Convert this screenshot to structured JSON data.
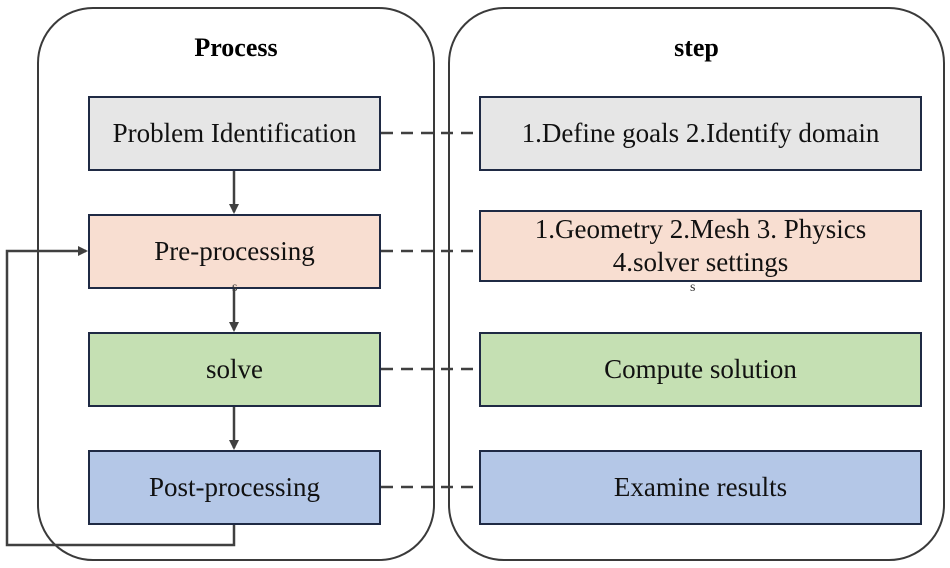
{
  "process_panel": {
    "title": "Process",
    "boxes": [
      {
        "label": "Problem Identification",
        "fill": "#e6e6e6"
      },
      {
        "label": "Pre-processing",
        "fill": "#f8ded1"
      },
      {
        "label": "solve",
        "fill": "#c5e0b3"
      },
      {
        "label": "Post-processing",
        "fill": "#b4c7e7"
      }
    ]
  },
  "step_panel": {
    "title": "step",
    "boxes": [
      {
        "label": "1.Define goals  2.Identify domain",
        "fill": "#e6e6e6"
      },
      {
        "label_line1": "1.Geometry  2.Mesh  3. Physics",
        "label_line2": "4.solver settings",
        "fill": "#f8ded1"
      },
      {
        "label": "Compute solution",
        "fill": "#c5e0b3"
      },
      {
        "label": "Examine results",
        "fill": "#b4c7e7"
      }
    ]
  },
  "stray_marks": [
    "s",
    "s"
  ],
  "colors": {
    "border": "#1f2a44",
    "arrow": "#404040",
    "panel_border": "#3a3a3a"
  }
}
